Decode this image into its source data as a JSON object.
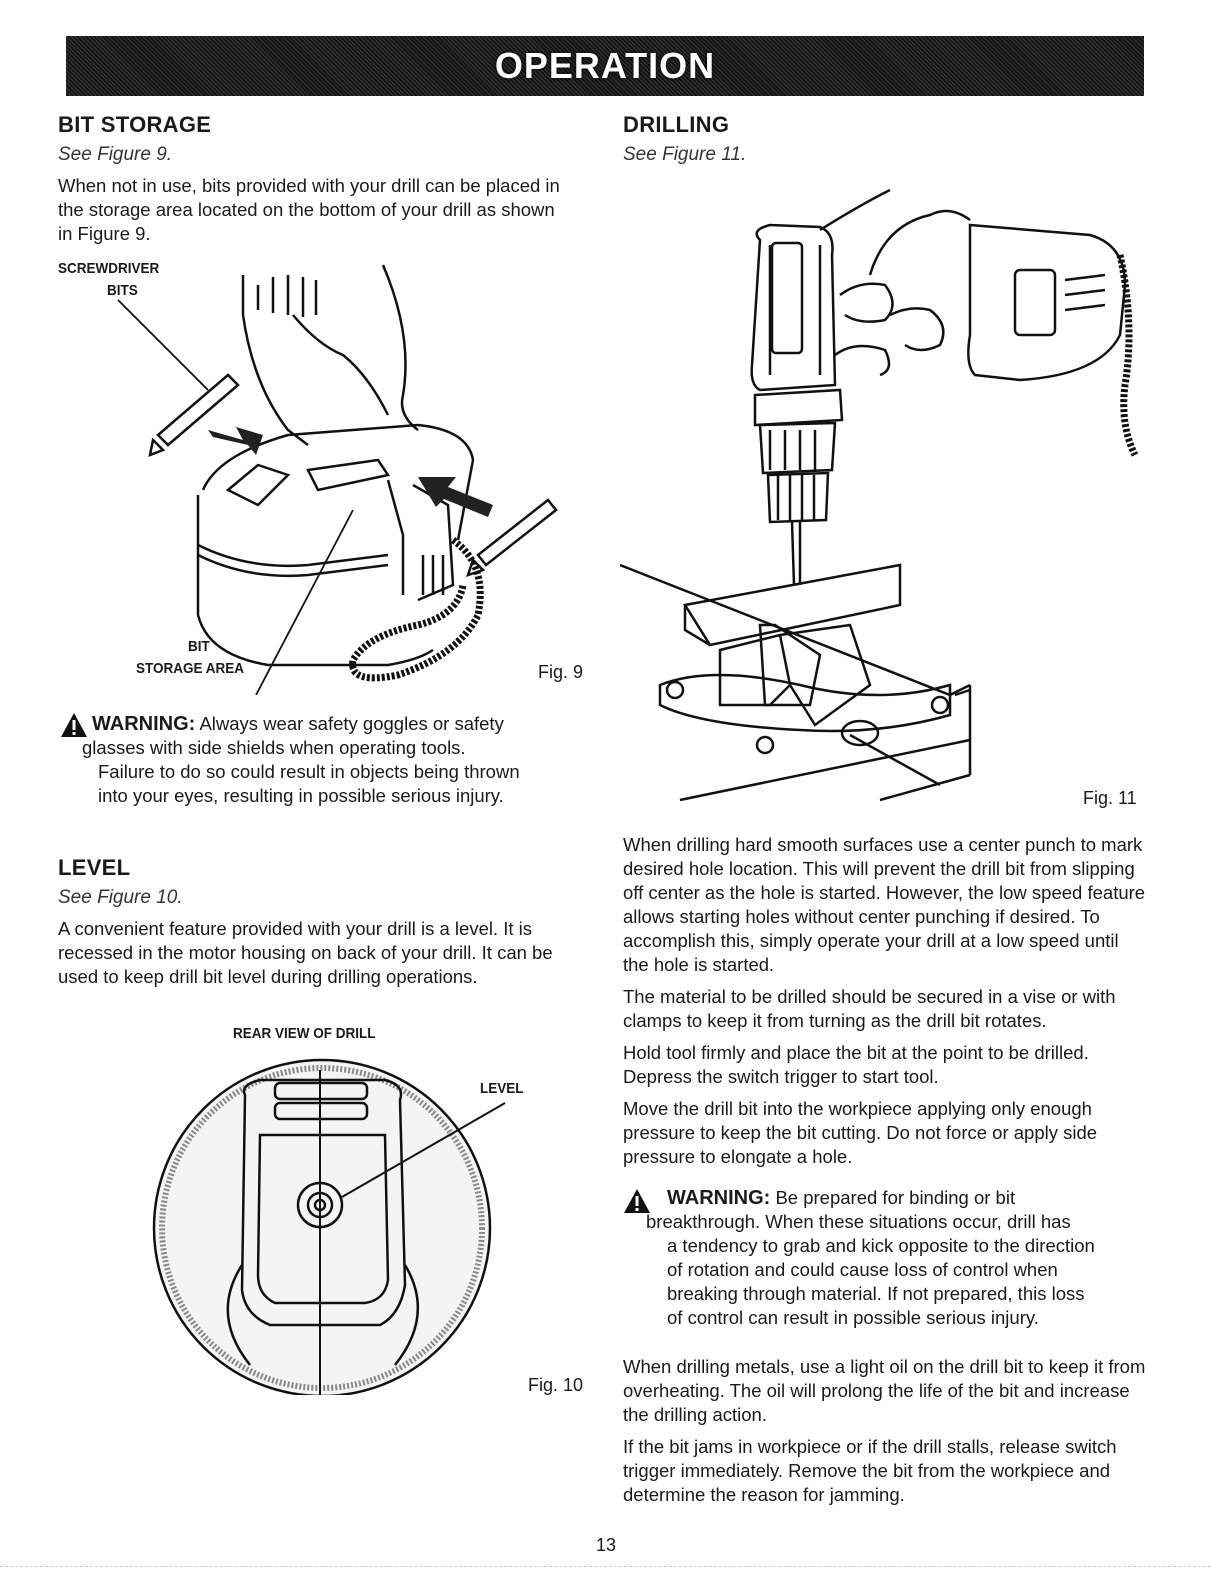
{
  "header": {
    "title": "OPERATION"
  },
  "bit_storage": {
    "heading": "BIT STORAGE",
    "ref": "See Figure 9.",
    "body": "When not in use, bits provided with your drill can be placed in the storage area located on the bottom of your drill as shown in Figure 9.",
    "callout_screwdriver_line1": "SCREWDRIVER",
    "callout_screwdriver_line2": "BITS",
    "callout_bit_line1": "BIT",
    "callout_bit_line2": "STORAGE AREA",
    "fig_label": "Fig. 9"
  },
  "warning1": {
    "label": "WARNING:",
    "line1": "Always wear safety goggles or safety",
    "line2": "glasses with side shields when operating tools.",
    "line3": "Failure to do so could result in objects being thrown",
    "line4": "into your eyes, resulting in possible serious injury."
  },
  "level": {
    "heading": "LEVEL",
    "ref": "See Figure 10.",
    "body": "A convenient feature provided with your drill is a level. It is recessed in the motor housing on back of your drill. It can be used to keep drill bit level during drilling operations.",
    "figure_title": "REAR VIEW OF DRILL",
    "callout_level": "LEVEL",
    "fig_label": "Fig. 10"
  },
  "drilling": {
    "heading": "DRILLING",
    "ref": "See Figure 11.",
    "fig_label": "Fig. 11",
    "paragraphs": [
      "When drilling hard smooth surfaces use a center punch to mark desired hole location. This will prevent the drill bit from slipping off center as the hole is started. However, the low speed feature allows starting holes without center punching if desired. To accomplish this, simply operate your drill at a low speed until the hole is started.",
      "The material to be drilled should be secured in a vise or with clamps to keep it from turning as the drill bit rotates.",
      "Hold tool firmly and place the bit at the point to be drilled. Depress the switch trigger to start tool.",
      "Move the drill bit into the workpiece applying only enough pressure to keep the bit cutting. Do not force or apply side pressure to elongate a hole."
    ],
    "paragraphs_after": [
      "When drilling metals, use a light oil on the drill bit to keep it from overheating. The oil will prolong the life of the bit and increase the drilling action.",
      "If the bit jams in workpiece or if the drill stalls, release switch trigger immediately. Remove the bit from the workpiece and determine the reason for jamming."
    ]
  },
  "warning2": {
    "label": "WARNING:",
    "line1": "Be prepared for binding or bit",
    "line2": "breakthrough. When these situations occur, drill has",
    "line3": "a tendency to grab and kick opposite to the direction",
    "line4": "of rotation and could cause loss of control when",
    "line5": "breaking through material. If not prepared, this loss",
    "line6": "of control can result in possible serious injury."
  },
  "footer": {
    "page_number": "13"
  }
}
